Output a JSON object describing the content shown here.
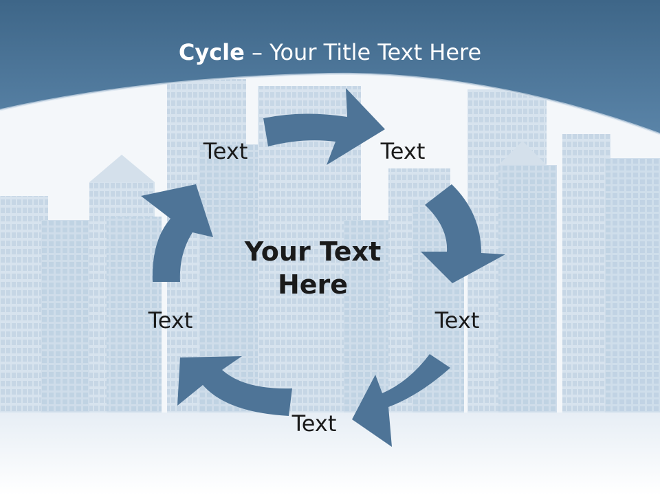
{
  "title": {
    "bold": "Cycle",
    "rest": " – Your Title Text Here"
  },
  "center": {
    "line1": "Your Text",
    "line2": "Here"
  },
  "nodes": [
    "Text",
    "Text",
    "Text",
    "Text",
    "Text"
  ],
  "colors": {
    "header": "#4a7399",
    "arrow": "#4e7497",
    "building": "#c5d6e6"
  }
}
